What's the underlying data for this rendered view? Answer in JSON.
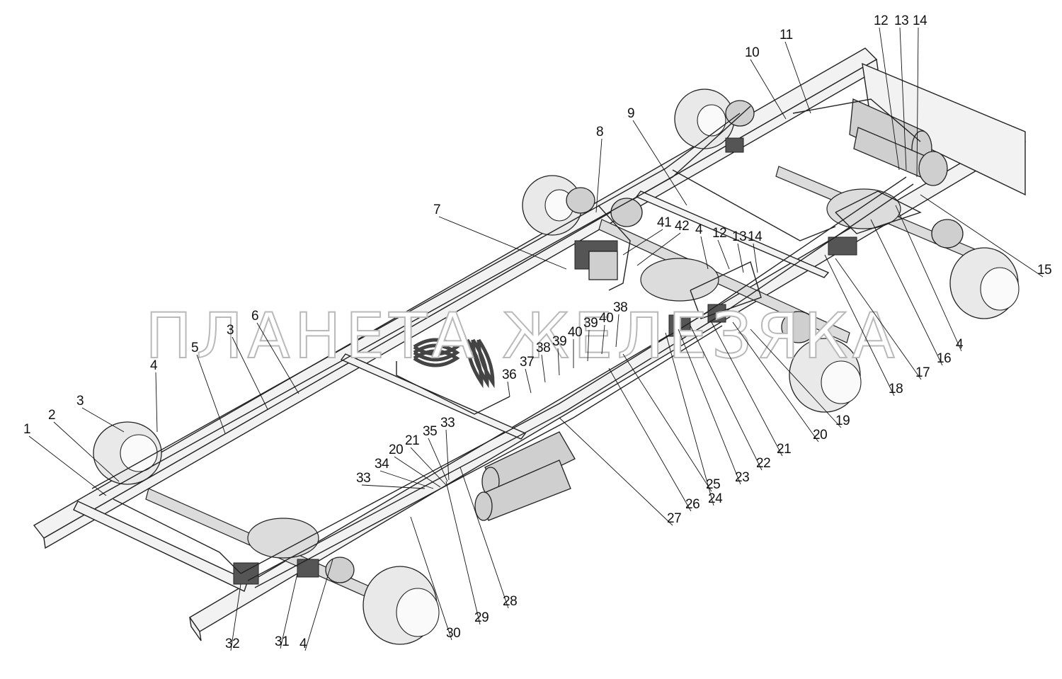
{
  "watermark": "ПЛАНЕТА ЖЕЛЕЗЯКА",
  "callouts": [
    {
      "label": "1"
    },
    {
      "label": "2"
    },
    {
      "label": "3"
    },
    {
      "label": "4"
    },
    {
      "label": "5"
    },
    {
      "label": "3"
    },
    {
      "label": "6"
    },
    {
      "label": "7"
    },
    {
      "label": "8"
    },
    {
      "label": "9"
    },
    {
      "label": "10"
    },
    {
      "label": "11"
    },
    {
      "label": "12"
    },
    {
      "label": "13"
    },
    {
      "label": "14"
    },
    {
      "label": "15"
    },
    {
      "label": "4"
    },
    {
      "label": "16"
    },
    {
      "label": "17"
    },
    {
      "label": "18"
    },
    {
      "label": "19"
    },
    {
      "label": "20"
    },
    {
      "label": "21"
    },
    {
      "label": "22"
    },
    {
      "label": "23"
    },
    {
      "label": "24"
    },
    {
      "label": "25"
    },
    {
      "label": "26"
    },
    {
      "label": "27"
    },
    {
      "label": "28"
    },
    {
      "label": "29"
    },
    {
      "label": "30"
    },
    {
      "label": "4"
    },
    {
      "label": "31"
    },
    {
      "label": "32"
    },
    {
      "label": "33"
    },
    {
      "label": "34"
    },
    {
      "label": "20"
    },
    {
      "label": "21"
    },
    {
      "label": "35"
    },
    {
      "label": "33"
    },
    {
      "label": "36"
    },
    {
      "label": "37"
    },
    {
      "label": "38"
    },
    {
      "label": "39"
    },
    {
      "label": "40"
    },
    {
      "label": "39"
    },
    {
      "label": "40"
    },
    {
      "label": "38"
    },
    {
      "label": "41"
    },
    {
      "label": "42"
    },
    {
      "label": "4"
    },
    {
      "label": "12"
    },
    {
      "label": "13"
    },
    {
      "label": "14"
    }
  ]
}
